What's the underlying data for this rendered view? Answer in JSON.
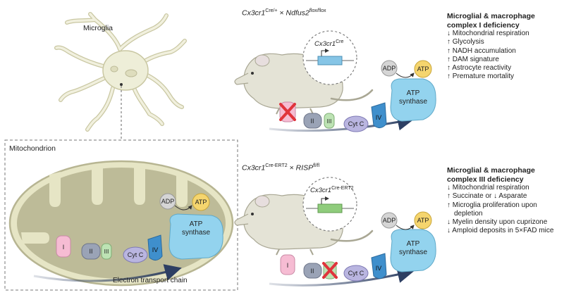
{
  "left": {
    "microglia_label": "Microglia",
    "mitochondrion_label": "Mitochondrion",
    "etc_label": "Electron transport chain",
    "complexes": {
      "c1": "I",
      "c2": "II",
      "c3": "III",
      "cytc": "Cyt C",
      "c4": "IV",
      "atp_synthase_line1": "ATP",
      "atp_synthase_line2": "synthase",
      "adp": "ADP",
      "atp": "ATP"
    }
  },
  "top": {
    "cross": {
      "gene1": "Cx3cr1",
      "gene1_sup": "Cre/+",
      "times": " × ",
      "gene2": "Ndfus2",
      "gene2_sup": "flox/flox"
    },
    "transgene": {
      "gene": "Cx3cr1",
      "sup": "Cre"
    },
    "complexes": {
      "c2": "II",
      "c3": "III",
      "cytc": "Cyt C",
      "c4": "IV",
      "atp_synthase_line1": "ATP",
      "atp_synthase_line2": "synthase",
      "adp": "ADP",
      "atp": "ATP"
    },
    "heading": [
      "Microglial & macrophage",
      "complex I deficiency"
    ],
    "bullets": [
      "↓ Mitochondrial respiration",
      "↑ Glycolysis",
      "↑ NADH accumulation",
      "↑ DAM signature",
      "↑ Astrocyte reactivity",
      "↑ Premature mortality"
    ]
  },
  "bottom": {
    "cross": {
      "gene1": "Cx3cr1",
      "gene1_sup": "Cre-ERT2",
      "times": " × ",
      "gene2": "RISP",
      "gene2_sup": "fl/fl"
    },
    "transgene": {
      "gene": "Cx3cr1",
      "sup": "Cre-ERT2"
    },
    "complexes": {
      "c1": "I",
      "c2": "II",
      "cytc": "Cyt C",
      "c4": "IV",
      "atp_synthase_line1": "ATP",
      "atp_synthase_line2": "synthase",
      "adp": "ADP",
      "atp": "ATP"
    },
    "heading": [
      "Microglial & macrophage",
      "complex III deficiency"
    ],
    "bullets": [
      "↓ Mitochondrial respiration",
      "↑ Succinate or ↓ Asparate",
      "↑ Microglia proliferation upon",
      "depletion",
      "↓ Myelin density upon cuprizone",
      "↓ Amploid deposits in 5×FAD mice"
    ]
  },
  "colors": {
    "cell": "#eeeed8",
    "mito_outer": "#e6e5c5",
    "mito_inner": "#bdbb98",
    "complex1": "#f6bcd3",
    "complex2": "#9aa3b6",
    "complex3": "#bde3b4",
    "cytc": "#b9b5e0",
    "complex4": "#3f8fcc",
    "atp_synthase": "#93d3ee",
    "adp": "#d5d5d5",
    "atp": "#f5d56e",
    "cross": "#e0343c",
    "mouse": "#e4e3d6",
    "transgene_cre": "#86c5e6",
    "transgene_cre_ert2": "#8fcc7c"
  }
}
